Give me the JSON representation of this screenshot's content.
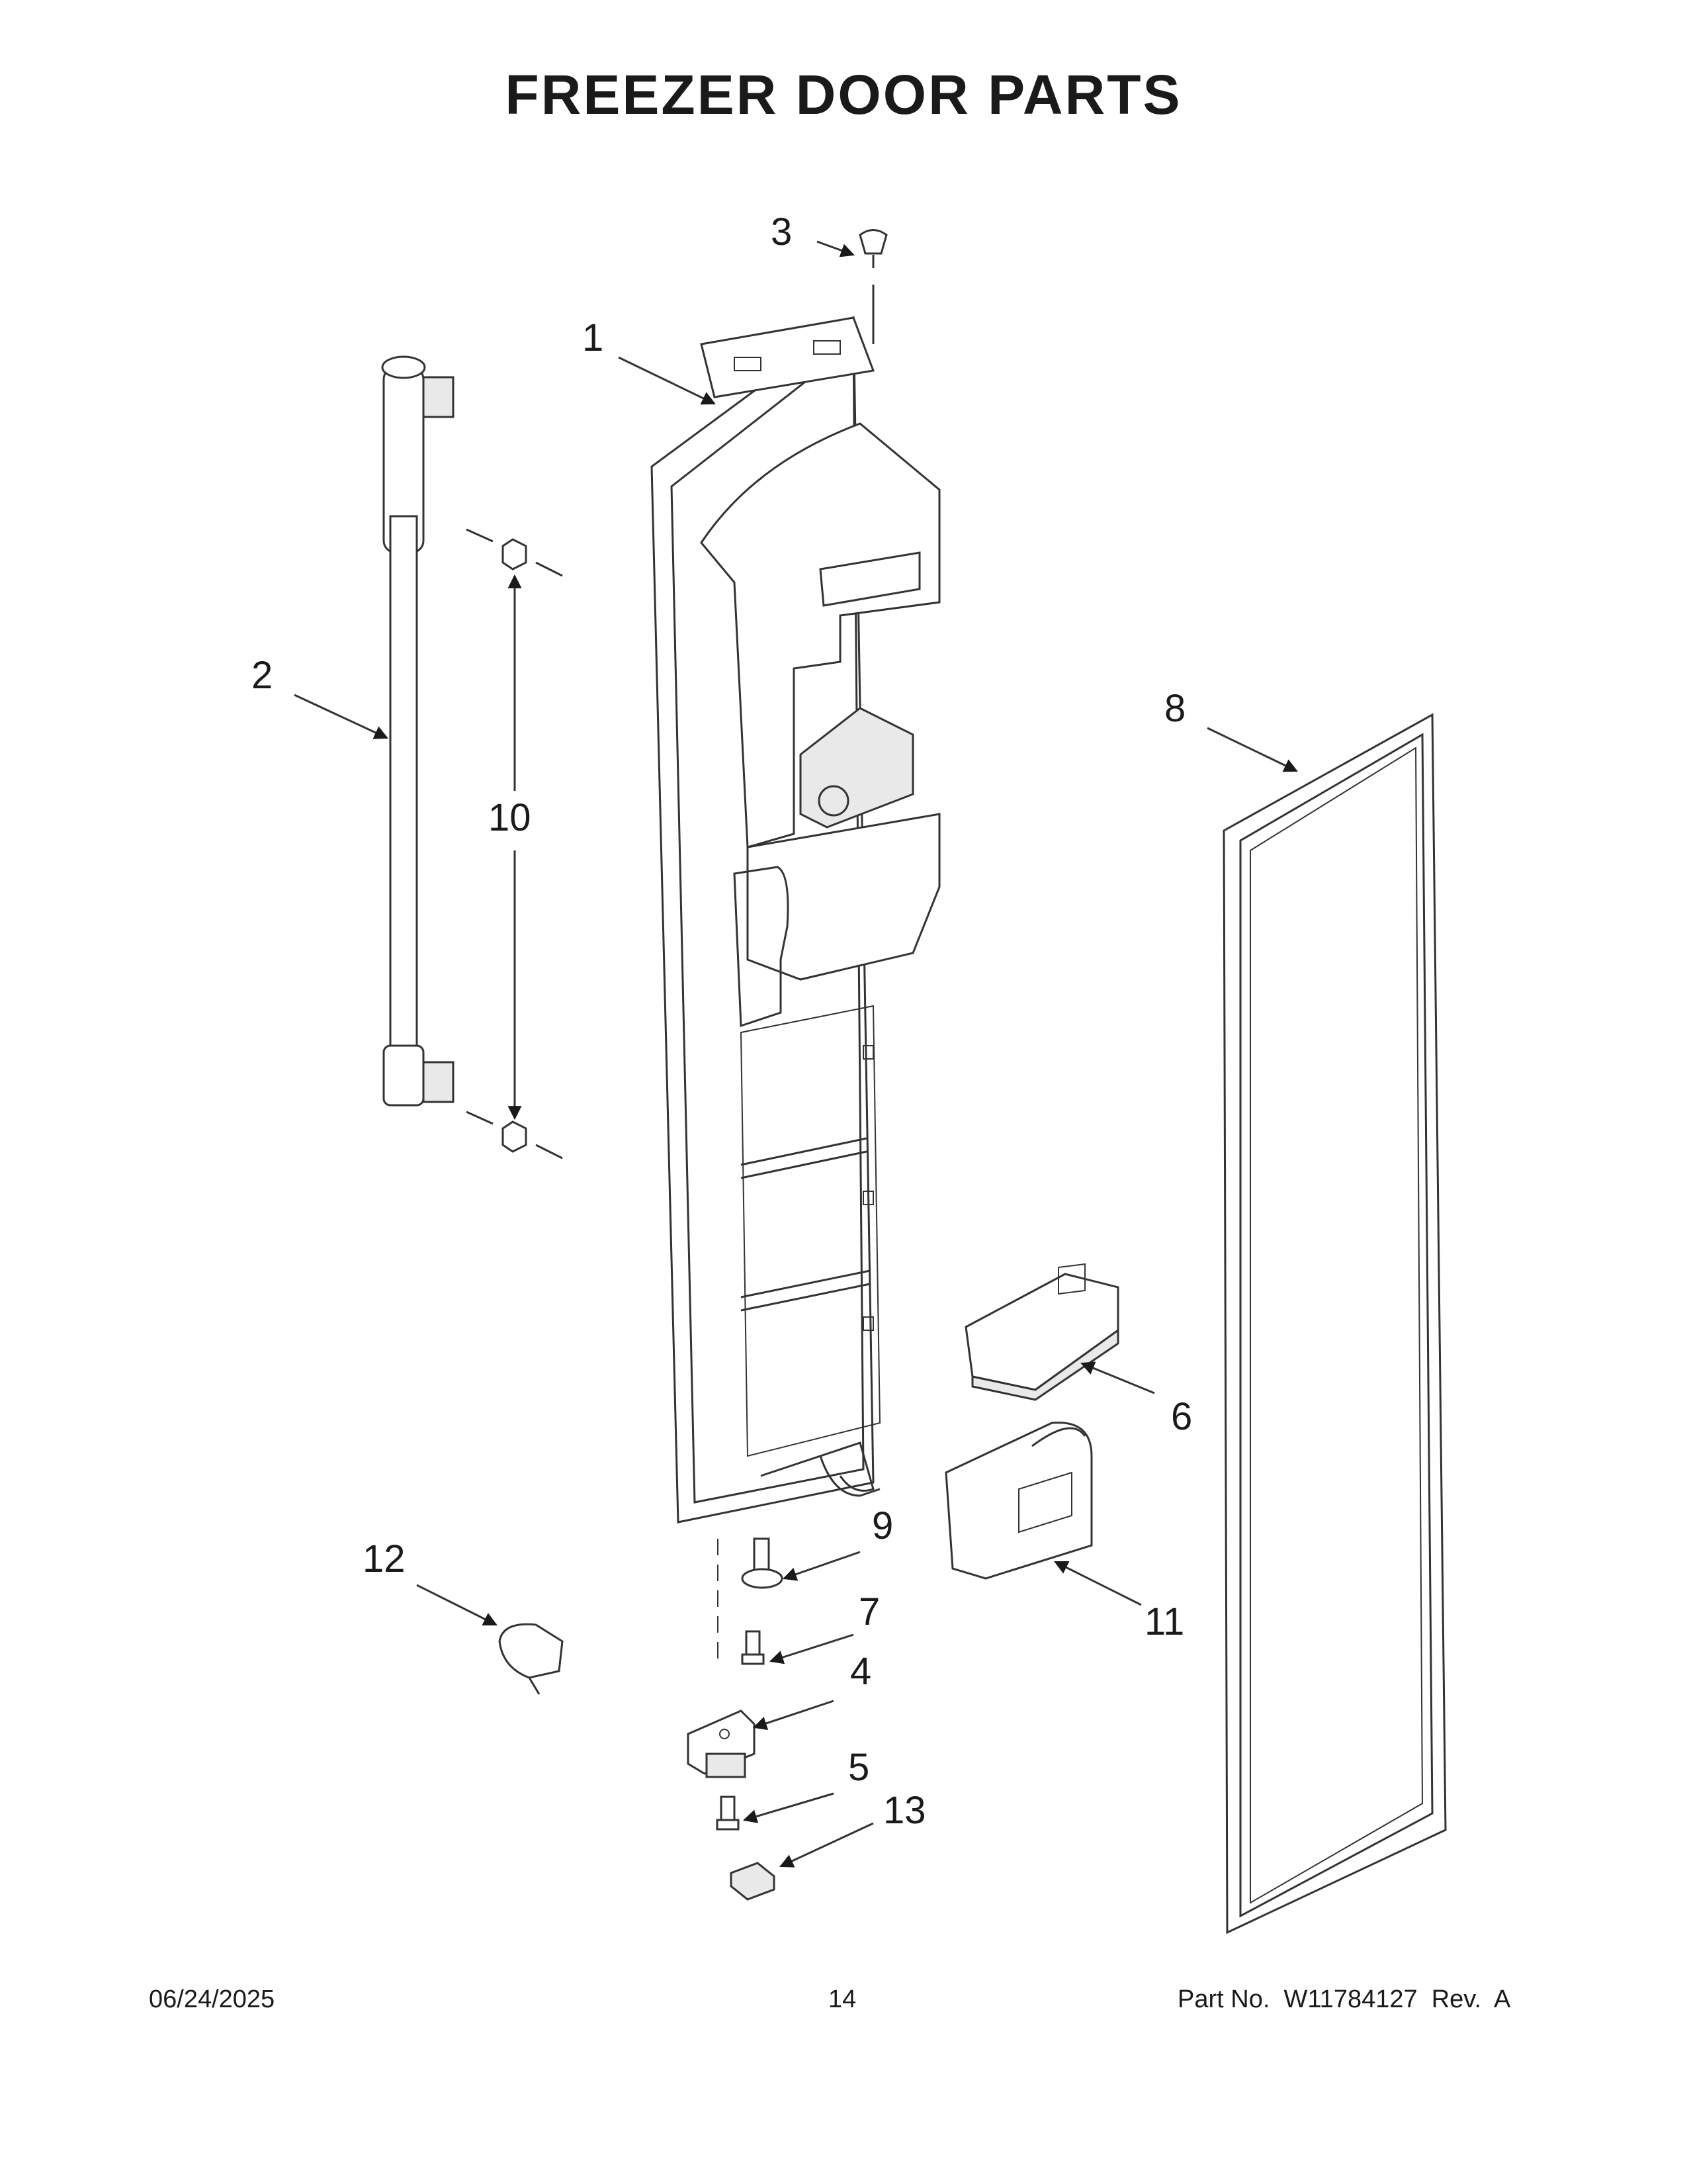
{
  "page": {
    "title": "FREEZER DOOR PARTS"
  },
  "callouts": [
    "1",
    "2",
    "3",
    "4",
    "5",
    "6",
    "7",
    "8",
    "9",
    "10",
    "11",
    "12",
    "13"
  ],
  "footer": {
    "date": "06/24/2025",
    "page_number": "14",
    "part_number": "Part No.  W11784127  Rev.  A"
  }
}
